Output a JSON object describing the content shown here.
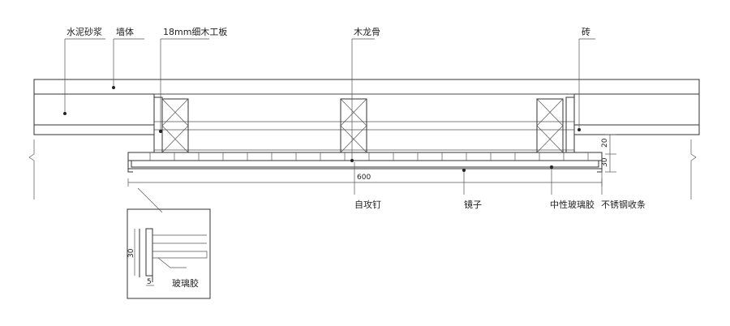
{
  "labels": {
    "cement_mortar": "水泥砂浆",
    "wall": "墙体",
    "plywood": "18mm细木工板",
    "wood_keel": "木龙骨",
    "brick": "砖",
    "screw": "自攻钉",
    "mirror": "镜子",
    "neutral_glue": "中性玻璃胶",
    "stainless_trim": "不锈钢收条",
    "detail_glue": "玻璃胶"
  },
  "dimensions": {
    "width_600": "600",
    "height_20": "20",
    "height_30": "30",
    "detail_30": "30",
    "detail_5": "5"
  }
}
